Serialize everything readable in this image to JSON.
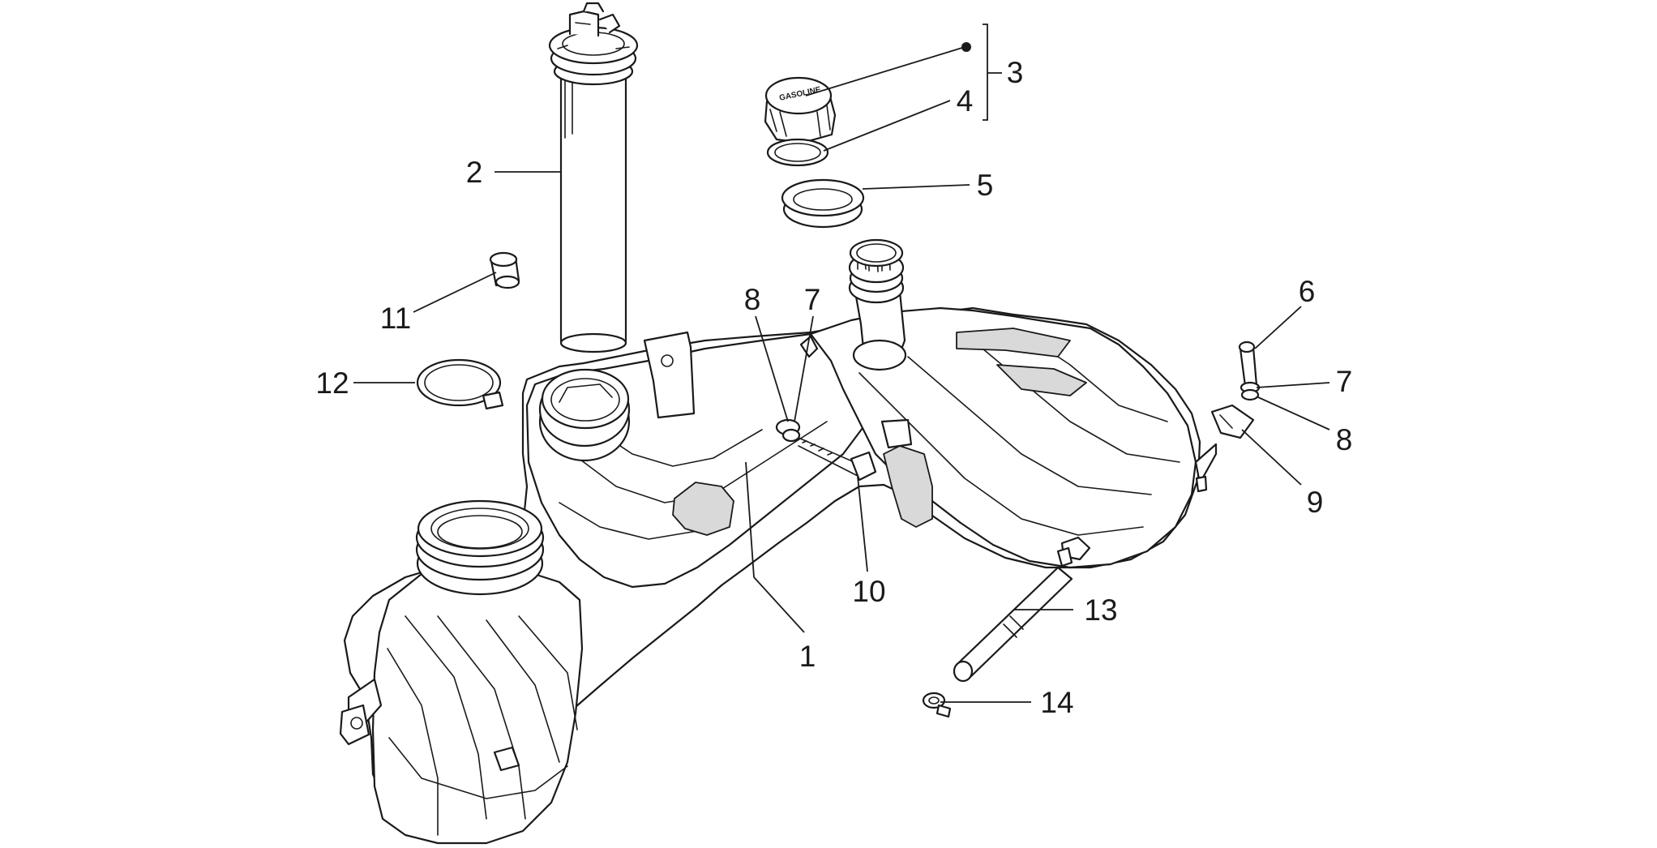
{
  "diagram": {
    "callouts": [
      {
        "id": "c1",
        "label": "1"
      },
      {
        "id": "c2",
        "label": "2"
      },
      {
        "id": "c3",
        "label": "3"
      },
      {
        "id": "c4",
        "label": "4"
      },
      {
        "id": "c5",
        "label": "5"
      },
      {
        "id": "c6",
        "label": "6"
      },
      {
        "id": "c7a",
        "label": "7"
      },
      {
        "id": "c7b",
        "label": "7"
      },
      {
        "id": "c8a",
        "label": "8"
      },
      {
        "id": "c8b",
        "label": "8"
      },
      {
        "id": "c9",
        "label": "9"
      },
      {
        "id": "c10",
        "label": "10"
      },
      {
        "id": "c11",
        "label": "11"
      },
      {
        "id": "c12",
        "label": "12"
      },
      {
        "id": "c13",
        "label": "13"
      },
      {
        "id": "c14",
        "label": "14"
      }
    ],
    "cap_marking": "GASOLINE"
  },
  "colors": {
    "line": "#1a1a1a",
    "background": "#ffffff"
  }
}
